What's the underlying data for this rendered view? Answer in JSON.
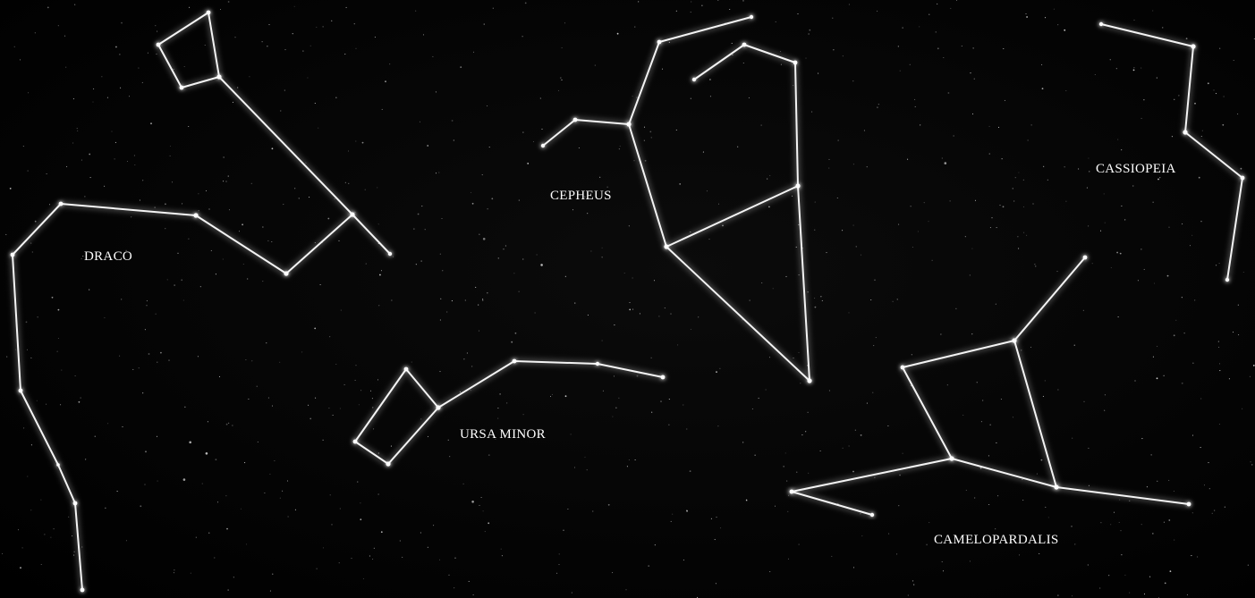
{
  "image": {
    "subject": "night-sky constellation chart",
    "background_color": "#000000",
    "line_color": "#f4f4f4"
  },
  "constellations": [
    {
      "id": "draco",
      "label": "DRACO"
    },
    {
      "id": "cepheus",
      "label": "CEPHEUS"
    },
    {
      "id": "cassiopeia",
      "label": "CASSIOPEIA"
    },
    {
      "id": "ursa-minor",
      "label": "URSA MINOR"
    },
    {
      "id": "camelopardalis",
      "label": "CAMELOPARDALIS"
    }
  ]
}
